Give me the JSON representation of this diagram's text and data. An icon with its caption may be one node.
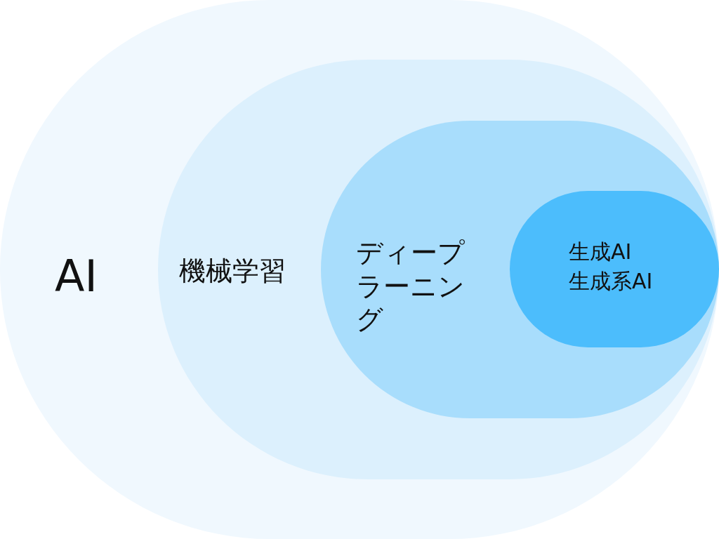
{
  "diagram": {
    "nodes": [
      {
        "text": [
          "AI"
        ]
      },
      {
        "text": [
          "機械学習"
        ],
        "in": 0
      },
      {
        "text": [
          "ディープラーニング"
        ],
        "in": 1
      },
      {
        "text": [
          "生成AI",
          "生成系AI"
        ],
        "in": 2
      }
    ]
  }
}
